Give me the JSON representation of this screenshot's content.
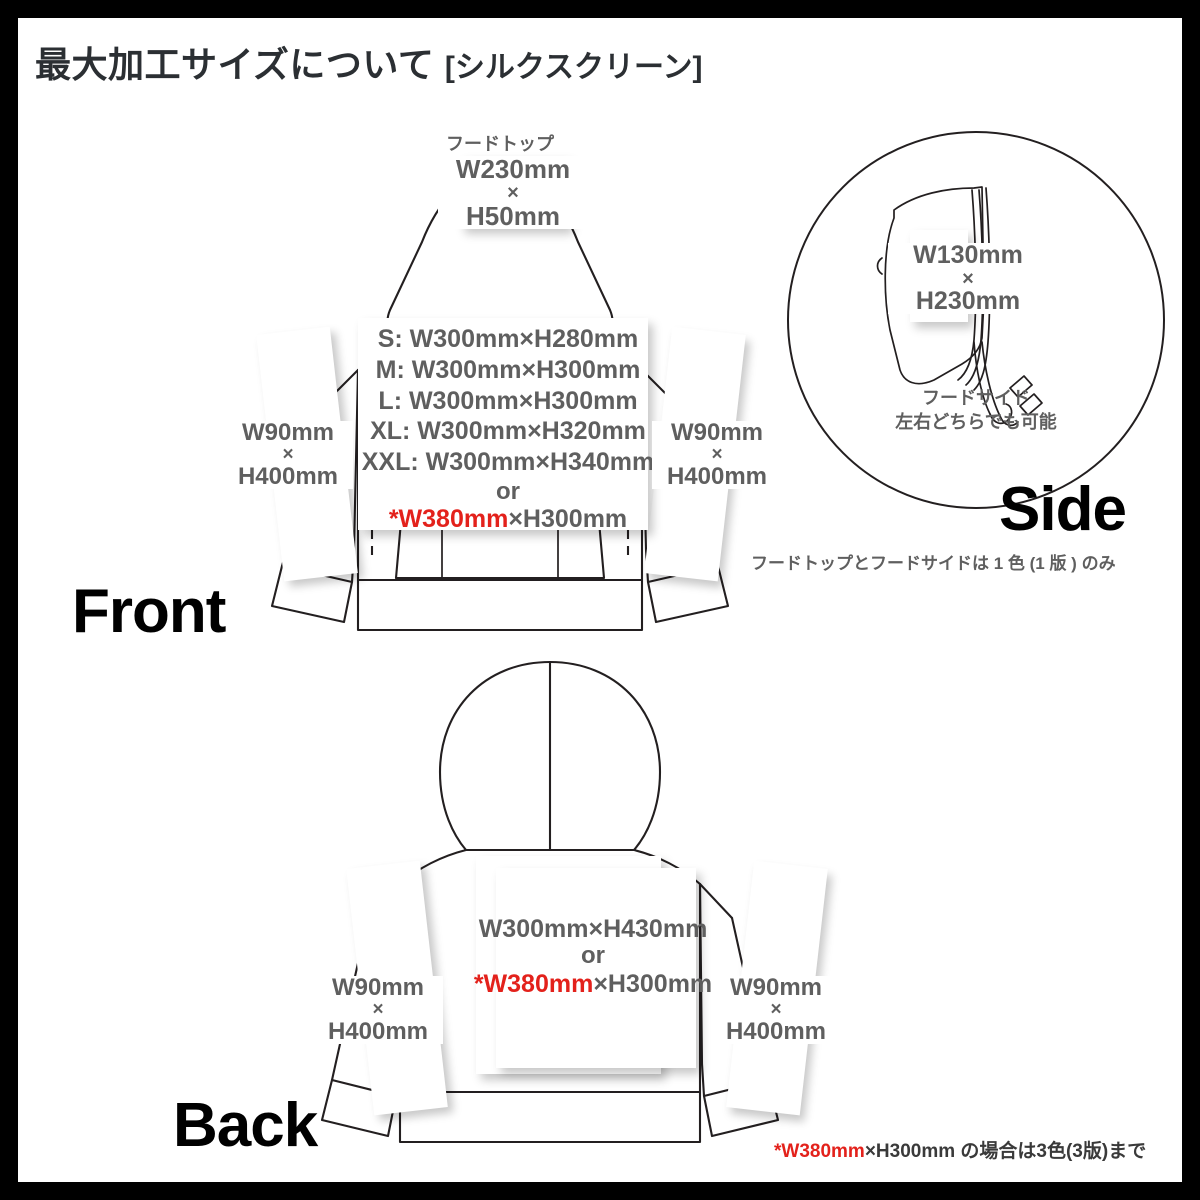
{
  "page": {
    "title_main": "最大加工サイズについて",
    "title_bracket": "[シルクスクリーン]",
    "border_color": "#000000",
    "background": "#ffffff"
  },
  "colors": {
    "text_gray": "#5f5f5f",
    "accent_red": "#e3211b",
    "outline": "#231f20",
    "black": "#000000"
  },
  "front": {
    "view_label": "Front",
    "hood_top": {
      "caption": "フードトップ",
      "width": "W230mm",
      "separator": "×",
      "height": "H50mm"
    },
    "body_sizes": [
      "S: W300mm×H280mm",
      "M: W300mm×H300mm",
      "L: W300mm×H300mm",
      "XL: W300mm×H320mm",
      "XXL: W300mm×H340mm"
    ],
    "or_label": "or",
    "body_alt": {
      "red_part": "*W380mm",
      "rest": "×H300mm"
    },
    "sleeve_left": {
      "width": "W90mm",
      "separator": "×",
      "height": "H400mm"
    },
    "sleeve_right": {
      "width": "W90mm",
      "separator": "×",
      "height": "H400mm"
    }
  },
  "side": {
    "view_label": "Side",
    "hood_side": {
      "width": "W130mm",
      "separator": "×",
      "height": "H230mm"
    },
    "caption_line1": "フードサイド",
    "caption_line2": "左右どちらでも可能",
    "note": "フードトップとフードサイドは 1 色 (1 版 ) のみ"
  },
  "back": {
    "view_label": "Back",
    "body_primary": "W300mm×H430mm",
    "or_label": "or",
    "body_alt": {
      "red_part": "*W380mm",
      "rest": "×H300mm"
    },
    "sleeve_left": {
      "width": "W90mm",
      "separator": "×",
      "height": "H400mm"
    },
    "sleeve_right": {
      "width": "W90mm",
      "separator": "×",
      "height": "H400mm"
    }
  },
  "footnote": {
    "red_part": "*W380mm",
    "rest": "×H300mm の場合は3色(3版)まで"
  }
}
